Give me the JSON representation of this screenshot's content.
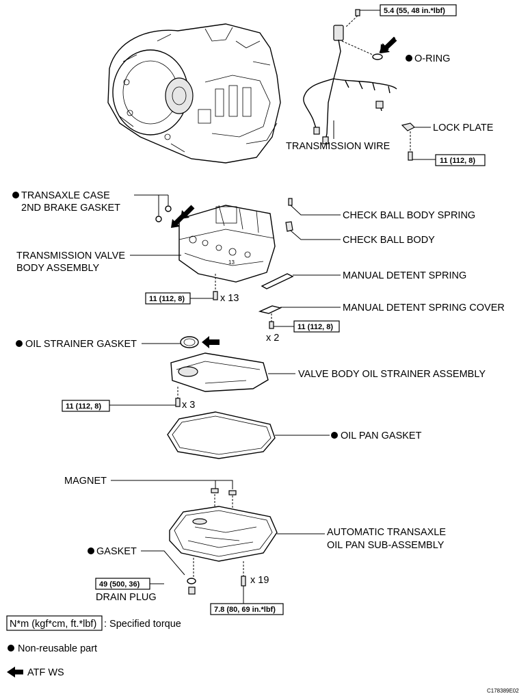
{
  "labels": {
    "o_ring": "O-RING",
    "lock_plate": "LOCK PLATE",
    "transmission_wire": "TRANSMISSION WIRE",
    "transaxle_case_gasket_1": "TRANSAXLE CASE",
    "transaxle_case_gasket_2": "2ND BRAKE GASKET",
    "check_ball_body_spring": "CHECK BALL BODY SPRING",
    "check_ball_body": "CHECK BALL BODY",
    "valve_body_assembly_1": "TRANSMISSION VALVE",
    "valve_body_assembly_2": "BODY ASSEMBLY",
    "manual_detent_spring": "MANUAL DETENT SPRING",
    "manual_detent_spring_cover": "MANUAL DETENT SPRING COVER",
    "oil_strainer_gasket": "OIL STRAINER GASKET",
    "valve_body_oil_strainer": "VALVE BODY OIL STRAINER ASSEMBLY",
    "oil_pan_gasket": "OIL PAN GASKET",
    "magnet": "MAGNET",
    "oil_pan_1": "AUTOMATIC TRANSAXLE",
    "oil_pan_2": "OIL PAN SUB-ASSEMBLY",
    "gasket": "GASKET",
    "drain_plug": "DRAIN PLUG"
  },
  "torques": {
    "wire_bolt": "5.4 (55, 48 in.*lbf)",
    "lock_plate_bolt": "11 (112, 8)",
    "valve_body_bolts": "11 (112, 8)",
    "detent_cover_bolt": "11 (112, 8)",
    "strainer_bolts": "11 (112, 8)",
    "drain_plug": "49 (500, 36)",
    "oil_pan_bolts": "7.8 (80, 69 in.*lbf)"
  },
  "quantities": {
    "valve_body_bolts": "x 13",
    "detent_cover_bolt": "x 2",
    "strainer_bolts": "x 3",
    "oil_pan_bolts": "x 19"
  },
  "legend": {
    "torque_unit": "N*m (kgf*cm, ft.*lbf)",
    "torque_desc": ": Specified torque",
    "non_reusable": "Non-reusable part",
    "atf": "ATF WS"
  },
  "figure_code": "C178389E02"
}
